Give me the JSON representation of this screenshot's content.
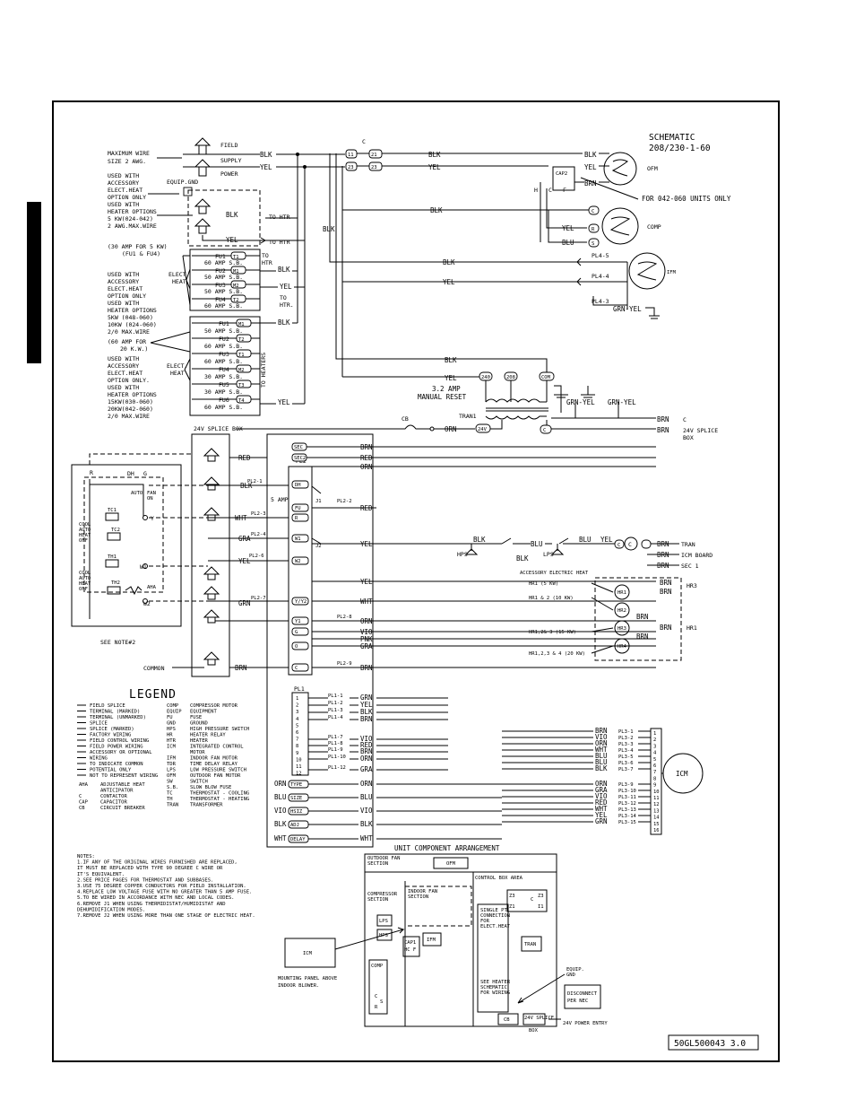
{
  "schematic": {
    "title": "SCHEMATIC",
    "voltage": "208/230-1-60",
    "drawing_number": "50GL500043 3.0"
  },
  "power_notes": {
    "max_wire": [
      "MAXIMUM WIRE",
      "SIZE 2 AWG."
    ],
    "field_supply": [
      "FIELD",
      "SUPPLY",
      "POWER"
    ],
    "used_with_1": [
      "USED WITH",
      "ACCESSORY",
      "ELECT.HEAT",
      "OPTION ONLY"
    ],
    "used_with_2": [
      "USED WITH",
      "HEATER OPTIONS",
      "5 KW(024-042)",
      "2 AWG.MAX.WIRE"
    ],
    "equip_gnd": "EQUIP.GND",
    "amp30": [
      "(30 AMP FOR 5 KW)",
      "(FU1 & FU4)"
    ],
    "used_with_3": [
      "USED WITH",
      "ACCESSORY",
      "ELECT.HEAT",
      "OPTION ONLY",
      "USED WITH",
      "HEATER OPTIONS",
      "5KW (048-060)",
      "10KW (024-060)",
      "2/0 MAX.WIRE"
    ],
    "amp60": [
      "(60 AMP FOR",
      "20 K.W.)"
    ],
    "used_with_4": [
      "USED WITH",
      "ACCESSORY",
      "ELECT.HEAT",
      "OPTION ONLY.",
      "USED WITH",
      "HEATER OPTIONS",
      "15KW(030-060)",
      "20KW(042-060)",
      "2/0 MAX.WIRE"
    ],
    "elect_heat": [
      "ELECT.",
      "HEAT"
    ]
  },
  "fuse_block_1": [
    {
      "fuse": "FU1",
      "term": "T1",
      "rating": "60 AMP S.B."
    },
    {
      "fuse": "FU2",
      "term": "M1",
      "rating": "50 AMP S.B."
    },
    {
      "fuse": "FU3",
      "term": "M2",
      "rating": "50 AMP S.B."
    },
    {
      "fuse": "FU4",
      "term": "T2",
      "rating": "60 AMP S.B."
    }
  ],
  "fuse_block_2": [
    {
      "fuse": "FU1",
      "term": "M1",
      "rating": "50 AMP S.B."
    },
    {
      "fuse": "FU2",
      "term": "T2",
      "rating": "60 AMP S.B."
    },
    {
      "fuse": "FU3",
      "term": "T1",
      "rating": "60 AMP S.B."
    },
    {
      "fuse": "FU4",
      "term": "M2",
      "rating": "30 AMP S.B."
    },
    {
      "fuse": "FU5",
      "term": "T3",
      "rating": "30 AMP S.B."
    },
    {
      "fuse": "FU6",
      "term": "T4",
      "rating": "60 AMP S.B."
    }
  ],
  "labels": {
    "blk": "BLK",
    "yel": "YEL",
    "brn": "BRN",
    "red": "RED",
    "orn": "ORN",
    "wht": "WHT",
    "blu": "BLU",
    "gra": "GRA",
    "grn": "GRN",
    "vio": "VIO",
    "pnk": "PNK",
    "grn_yel": "GRN-YEL",
    "to_htr": "TO HTR",
    "to_htr2": [
      "TO",
      "HTR."
    ],
    "to_heaters": "TO HEATERS",
    "to_htr_short": [
      "TO",
      "HTR"
    ],
    "c": "C",
    "h": "H",
    "f": "F",
    "cap2": "CAP2",
    "ofm": "OFM",
    "comp": "COMP",
    "ifm": "IFM",
    "for_units": "FOR 042-060 UNITS ONLY",
    "pl4_5": "PL4-5",
    "pl4_4": "PL4-4",
    "pl4_3": "PL4-3",
    "amp32": [
      "3.2 AMP",
      "MANUAL RESET"
    ],
    "cb": "CB",
    "tran": "TRAN",
    "tran1": "TRAN1",
    "v240": "240",
    "v208": "208",
    "com": "COM",
    "v24": "24V",
    "splice_box_24v": "24V SPLICE BOX",
    "splice_box_r": [
      "24V SPLICE",
      "BOX"
    ],
    "icm_board": "ICM BOARD",
    "sec1": "SEC 1",
    "hr3": "HR3",
    "hr1": "HR1",
    "hps": "HPS",
    "lps": "LPS",
    "amp5": "5 AMP",
    "accessory_heat": "ACCESSORY ELECTRIC HEAT",
    "hr1_15": "HR1 (5 KW)",
    "hr1_2": "HR1 & 2 (10 KW)",
    "hr123": "HR1,2& 3 (15 KW)",
    "hr1234": "HR1,2,3 & 4 (20 KW)",
    "see_note": "SEE NOTE#2",
    "common": "COMMON",
    "pl1": "PL1",
    "pl2": "PL2",
    "sec": "SEC",
    "secg": "SEC2",
    "j1": "J1",
    "j2": "J2",
    "icm": "ICM"
  },
  "pl2_pins": [
    "DH",
    "FU",
    "R",
    "W1",
    "W2",
    "Y/Y2",
    "Y1",
    "G",
    "O",
    "C"
  ],
  "pl2_labels": [
    "PL2-1",
    "PL2-2",
    "PL2-3",
    "PL2-4",
    "PL2-6",
    "PL2-7",
    "PL2-8",
    "PL2-9"
  ],
  "thermostat": {
    "r": "R",
    "dh": "DH",
    "g": "G",
    "auto": "AUTO",
    "fan_on": [
      "FAN",
      "ON"
    ],
    "tc1": "TC1",
    "tc2": "TC2",
    "th1": "TH1",
    "th2": "TH2",
    "y": "Y",
    "w1": "W1",
    "w2": "W2",
    "aha": "AHA",
    "mode_a": [
      "COOL",
      "AUTO",
      "HEAT",
      "OFF"
    ],
    "mode_b": [
      "COOL",
      "AUTO",
      "HEAT",
      "OFF"
    ]
  },
  "pl1_rows": [
    {
      "pin": "PL1-1",
      "wire": "GRN"
    },
    {
      "pin": "PL1-2",
      "wire": "YEL"
    },
    {
      "pin": "PL1-3",
      "wire": "BLK"
    },
    {
      "pin": "PL1-4",
      "wire": "BRN"
    },
    {
      "pin": "PL1-7",
      "wire": "VIO"
    },
    {
      "pin": "PL1-8",
      "wire": "RED"
    },
    {
      "pin": "PL1-9",
      "wire": "BRN"
    },
    {
      "pin": "PL1-10",
      "wire": "ORN"
    },
    {
      "pin": "PL1-12",
      "wire": "GRA"
    }
  ],
  "pl1_numbers": [
    "1",
    "2",
    "3",
    "4",
    "5",
    "6",
    "7",
    "8",
    "9",
    "10",
    "11",
    "12"
  ],
  "adj_rows": [
    {
      "wire": "ORN",
      "term": "TYPE"
    },
    {
      "wire": "BLU",
      "term": "SIZE"
    },
    {
      "wire": "VIO",
      "term": "HSIZ"
    },
    {
      "wire": "BLK",
      "term": "ADJ"
    },
    {
      "wire": "WHT",
      "term": "DELAY"
    }
  ],
  "pl3_rows": [
    {
      "wire": "BRN",
      "pin": "PL3-1"
    },
    {
      "wire": "VIO",
      "pin": "PL3-2"
    },
    {
      "wire": "ORN",
      "pin": "PL3-3"
    },
    {
      "wire": "WHT",
      "pin": "PL3-4"
    },
    {
      "wire": "BLU",
      "pin": "PL3-5"
    },
    {
      "wire": "BLU",
      "pin": "PL3-6"
    },
    {
      "wire": "BLK",
      "pin": "PL3-7"
    },
    {
      "wire": "ORN",
      "pin": "PL3-9"
    },
    {
      "wire": "GRA",
      "pin": "PL3-10"
    },
    {
      "wire": "VIO",
      "pin": "PL3-11"
    },
    {
      "wire": "RED",
      "pin": "PL3-12"
    },
    {
      "wire": "WHT",
      "pin": "PL3-13"
    },
    {
      "wire": "YEL",
      "pin": "PL3-14"
    },
    {
      "wire": "GRN",
      "pin": "PL3-15"
    }
  ],
  "pl3_numbers": [
    "1",
    "2",
    "3",
    "4",
    "5",
    "6",
    "7",
    "8",
    "9",
    "10",
    "11",
    "12",
    "13",
    "14",
    "15",
    "16"
  ],
  "legend": {
    "title": "LEGEND",
    "symbols": [
      "FIELD SPLICE",
      "TERMINAL (MARKED)",
      "TERMINAL (UNMARKED)",
      "SPLICE",
      "SPLICE (MARKED)",
      "FACTORY WIRING",
      "FIELD CONTROL WIRING",
      "FIELD POWER WIRING",
      "ACCESSORY OR OPTIONAL",
      "WIRING",
      "TO INDICATE COMMON",
      "POTENTIAL ONLY",
      "NOT TO REPRESENT WIRING"
    ],
    "abbrev": [
      {
        "k": "AHA",
        "v": "ADJUSTABLE HEAT"
      },
      {
        "k": "",
        "v": "ANTICIPATOR"
      },
      {
        "k": "C",
        "v": "CONTACTOR"
      },
      {
        "k": "CAP",
        "v": "CAPACITOR"
      },
      {
        "k": "CB",
        "v": "CIRCUIT BREAKER"
      }
    ],
    "abbrev2": [
      {
        "k": "COMP",
        "v": "COMPRESSOR MOTOR"
      },
      {
        "k": "EQUIP",
        "v": "EQUIPMENT"
      },
      {
        "k": "FU",
        "v": "FUSE"
      },
      {
        "k": "GND",
        "v": "GROUND"
      },
      {
        "k": "HPS",
        "v": "HIGH PRESSURE SWITCH"
      },
      {
        "k": "HR",
        "v": "HEATER RELAY"
      },
      {
        "k": "HTR",
        "v": "HEATER"
      },
      {
        "k": "ICM",
        "v": "INTEGRATED CONTROL"
      },
      {
        "k": "",
        "v": "MOTOR"
      },
      {
        "k": "IFM",
        "v": "INDOOR FAN MOTOR"
      },
      {
        "k": "TDR",
        "v": "TIME DELAY RELAY"
      },
      {
        "k": "LPS",
        "v": "LOW PRESSURE SWITCH"
      },
      {
        "k": "OFM",
        "v": "OUTDOOR FAN MOTOR"
      },
      {
        "k": "SW",
        "v": "SWITCH"
      },
      {
        "k": "S.B.",
        "v": "SLOW BLOW FUSE"
      },
      {
        "k": "TC",
        "v": "THERMOSTAT - COOLING"
      },
      {
        "k": "TH",
        "v": "THERMOSTAT - HEATING"
      },
      {
        "k": "TRAN",
        "v": "TRANSFORMER"
      }
    ]
  },
  "notes": [
    "NOTES:",
    "1.IF ANY OF THE ORIGINAL WIRES FURNISHED ARE REPLACED,",
    "   IT MUST BE REPLACED WITH TYPE 90 DEGREE C WIRE OR",
    "   IT'S EQUIVALENT.",
    "2.SEE PRICE PAGES FOR THERMOSTAT AND SUBBASES.",
    "3.USE 75 DEGREE COPPER CONDUCTORS FOR FIELD INSTALLATION.",
    "4.REPLACE LOW VOLTAGE FUSE WITH NO GREATER THAN 5 AMP FUSE.",
    "5.TO BE WIRED IN ACCORDANCE WITH NEC AND LOCAL CODES.",
    "6.REMOVE J1 WHEN USING THERMIDISTAT/HUMIDISTAT AND",
    "   DEHUMIDIFICATION MODES.",
    "7.REMOVE J2 WHEN USING MORE THAN ONE STAGE OF ELECTRIC HEAT."
  ],
  "arrangement": {
    "title": "UNIT COMPONENT ARRANGEMENT",
    "outdoor_fan": [
      "OUTDOOR FAN",
      "SECTION"
    ],
    "ofm": "OFM",
    "control_box": "CONTROL BOX AREA",
    "compressor": [
      "COMPRESSOR",
      "SECTION"
    ],
    "indoor_fan": [
      "INDOOR FAN",
      "SECTION"
    ],
    "z": [
      "Z3",
      "Z3",
      "C",
      "Z1",
      "I1"
    ],
    "single_pt": [
      "SINGLE PT.",
      "CONNECTION",
      "FOR",
      "ELECT.HEAT"
    ],
    "lps": "LPS",
    "hps": "HPS",
    "cap1": [
      "CAP1",
      "HC F"
    ],
    "ifm": "IFM",
    "tran": "TRAN",
    "comp": "COMP",
    "c": "C",
    "s": "S",
    "r": "R",
    "see_heater": [
      "SEE HEATER",
      "SCHEMATIC",
      "FOR WIRING"
    ],
    "cb": "CB",
    "splice": [
      "24V SPLICE",
      "BOX"
    ],
    "equip_gnd": [
      "EQUIP.",
      "GND"
    ],
    "disconnect": [
      "DISCONNECT",
      "PER NEC"
    ],
    "power_entry": "24V POWER ENTRY",
    "icm": "ICM",
    "mounting": [
      "MOUNTING PANEL ABOVE",
      "INDOOR BLOWER."
    ]
  }
}
